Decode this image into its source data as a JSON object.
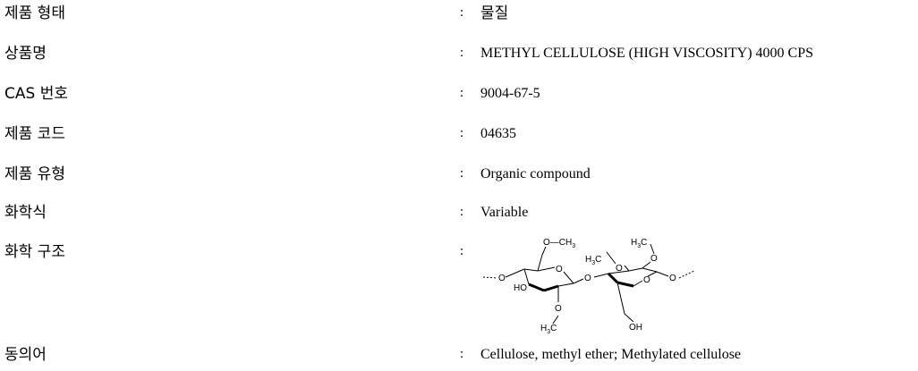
{
  "rows": [
    {
      "label": "제품 형태",
      "colon": ":",
      "value": "물질"
    },
    {
      "label": "상품명",
      "colon": ":",
      "value": "METHYL CELLULOSE (HIGH VISCOSITY) 4000 CPS"
    },
    {
      "label": "CAS 번호",
      "colon": ":",
      "value": "9004-67-5"
    },
    {
      "label": "제품 코드",
      "colon": ":",
      "value": "04635"
    },
    {
      "label": "제품 유형",
      "colon": ":",
      "value": "Organic compound"
    },
    {
      "label": "화학식",
      "colon": ":",
      "value": "Variable"
    },
    {
      "label": "화학 구조",
      "colon": ":"
    },
    {
      "label": "동의어",
      "colon": ":",
      "value": "Cellulose, methyl ether; Methylated cellulose"
    }
  ],
  "structure_labels": {
    "och3_top": "O—CH",
    "sub3": "3",
    "h3c": "H",
    "h3c_c": "C",
    "o": "O",
    "ho": "HO",
    "oh": "OH"
  }
}
